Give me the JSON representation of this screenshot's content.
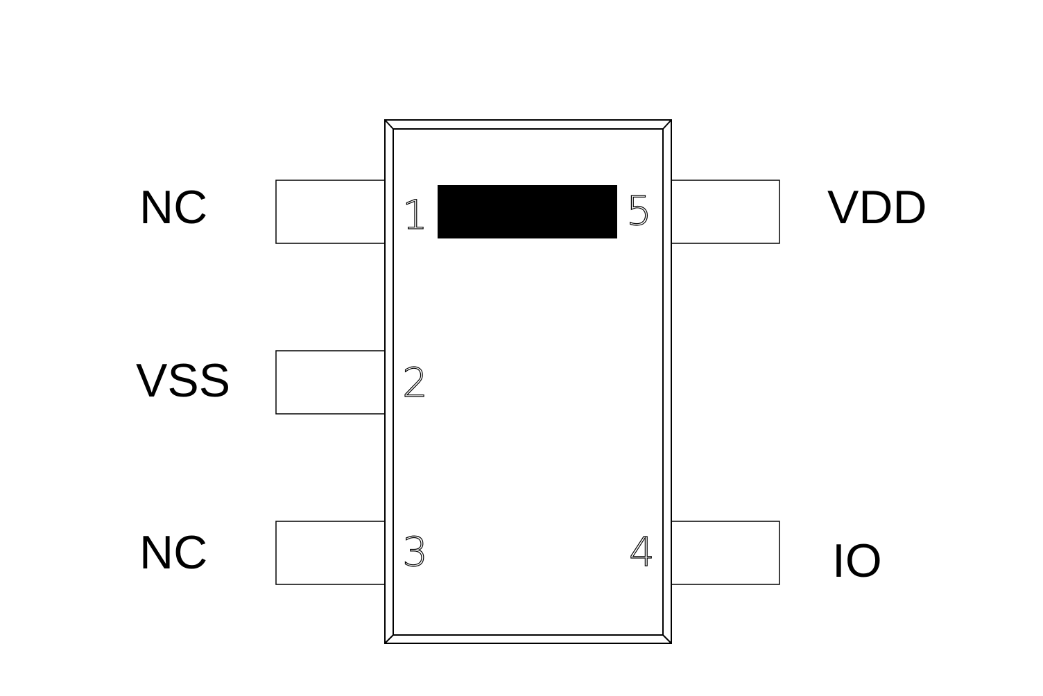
{
  "diagram": {
    "type": "ic-package-pinout",
    "package_pin_count": 5,
    "pins": [
      {
        "number": "1",
        "name": "NC",
        "side": "left",
        "position": "top"
      },
      {
        "number": "2",
        "name": "VSS",
        "side": "left",
        "position": "middle"
      },
      {
        "number": "3",
        "name": "NC",
        "side": "left",
        "position": "bottom"
      },
      {
        "number": "4",
        "name": "IO",
        "side": "right",
        "position": "bottom"
      },
      {
        "number": "5",
        "name": "VDD",
        "side": "right",
        "position": "top"
      }
    ],
    "colors": {
      "line": "#000000",
      "background": "#ffffff",
      "marker": "#000000"
    }
  }
}
